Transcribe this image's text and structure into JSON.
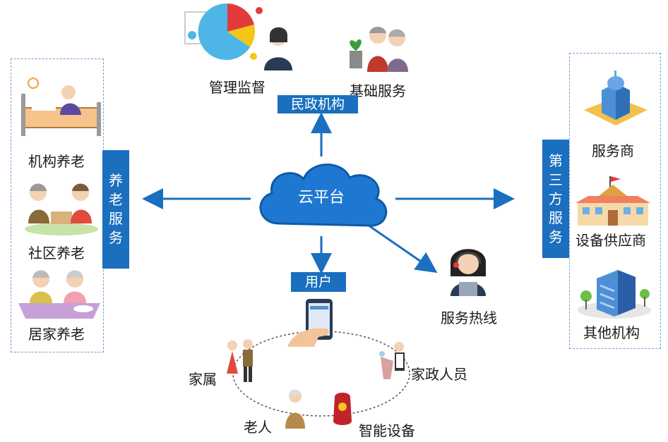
{
  "center": {
    "label": "云平台"
  },
  "top": {
    "tag": "民政机构",
    "items": [
      {
        "label": "管理监督",
        "icon": "pie-chart-manager-icon"
      },
      {
        "label": "基础服务",
        "icon": "elderly-couple-icon"
      }
    ]
  },
  "left": {
    "tag_chars": [
      "养",
      "老",
      "服",
      "务"
    ],
    "items": [
      {
        "label": "机构养老",
        "icon": "nursing-bed-icon"
      },
      {
        "label": "社区养老",
        "icon": "community-elders-icon"
      },
      {
        "label": "居家养老",
        "icon": "home-cooking-elders-icon"
      }
    ]
  },
  "right": {
    "tag_chars": [
      "第",
      "三",
      "方",
      "服",
      "务"
    ],
    "items": [
      {
        "label": "服务商",
        "icon": "office-building-icon"
      },
      {
        "label": "设备供应商",
        "icon": "supplier-building-icon"
      },
      {
        "label": "其他机构",
        "icon": "server-building-icon"
      }
    ]
  },
  "hotline": {
    "label": "服务热线",
    "icon": "headset-operator-icon"
  },
  "user": {
    "tag": "用户",
    "members": [
      {
        "label": "家属",
        "icon": "family-couple-icon"
      },
      {
        "label": "家政人员",
        "icon": "housekeeper-icon"
      },
      {
        "label": "老人",
        "icon": "elderly-person-icon"
      },
      {
        "label": "智能设备",
        "icon": "smart-device-icon"
      }
    ],
    "phone_icon": "smartphone-hand-icon"
  },
  "colors": {
    "accent": "#1a6fbf",
    "cloud": "#1e78d2",
    "panel_border": "#6f9ed6"
  }
}
